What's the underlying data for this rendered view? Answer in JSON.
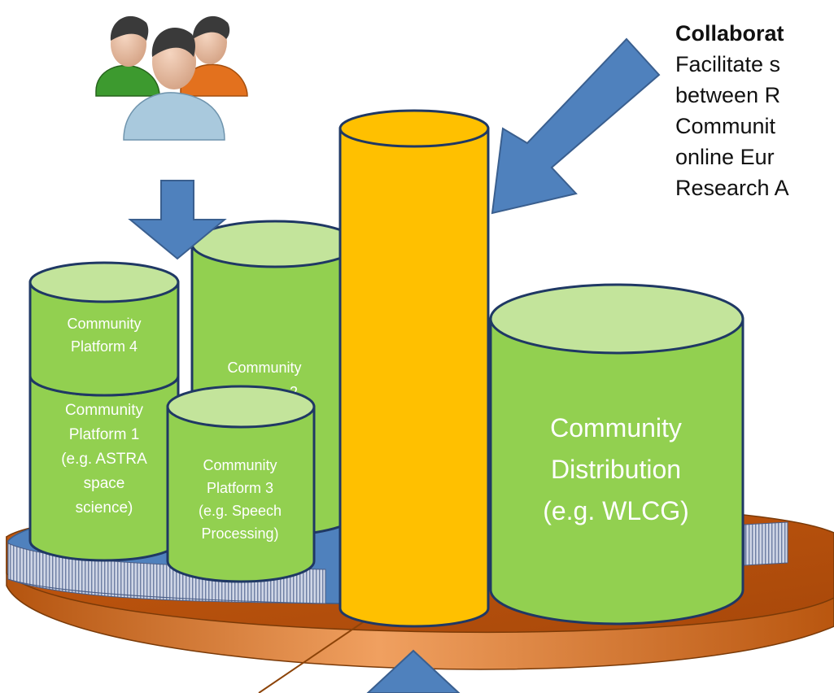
{
  "callout": {
    "heading": "Collaborat",
    "lines": [
      "Facilitate s",
      "between R",
      "Communit",
      "online Eur",
      "Research A"
    ]
  },
  "cylinders": {
    "platform4": [
      "Community",
      "Platform 4"
    ],
    "platform2": [
      "Community",
      "Platform 2"
    ],
    "platform1": [
      "Community",
      "Platform 1",
      "(e.g. ASTRA",
      "space",
      "science)"
    ],
    "platform3": [
      "Community",
      "Platform 3",
      "(e.g. Speech",
      "Processing)"
    ],
    "distribution": [
      "Community",
      "Distribution",
      "(e.g. WLCG)"
    ]
  },
  "icons": {
    "users": "users-group-icon",
    "arrow_down": "arrow-down-icon",
    "arrow_diagonal": "arrow-diagonal-icon",
    "arrow_up": "arrow-up-icon"
  },
  "colors": {
    "green_body": "#92d050",
    "green_top": "#c3e49b",
    "yellow": "#ffc000",
    "blue": "#4f81bd",
    "orange": "#c55a11",
    "orange_light": "#e8894a"
  }
}
